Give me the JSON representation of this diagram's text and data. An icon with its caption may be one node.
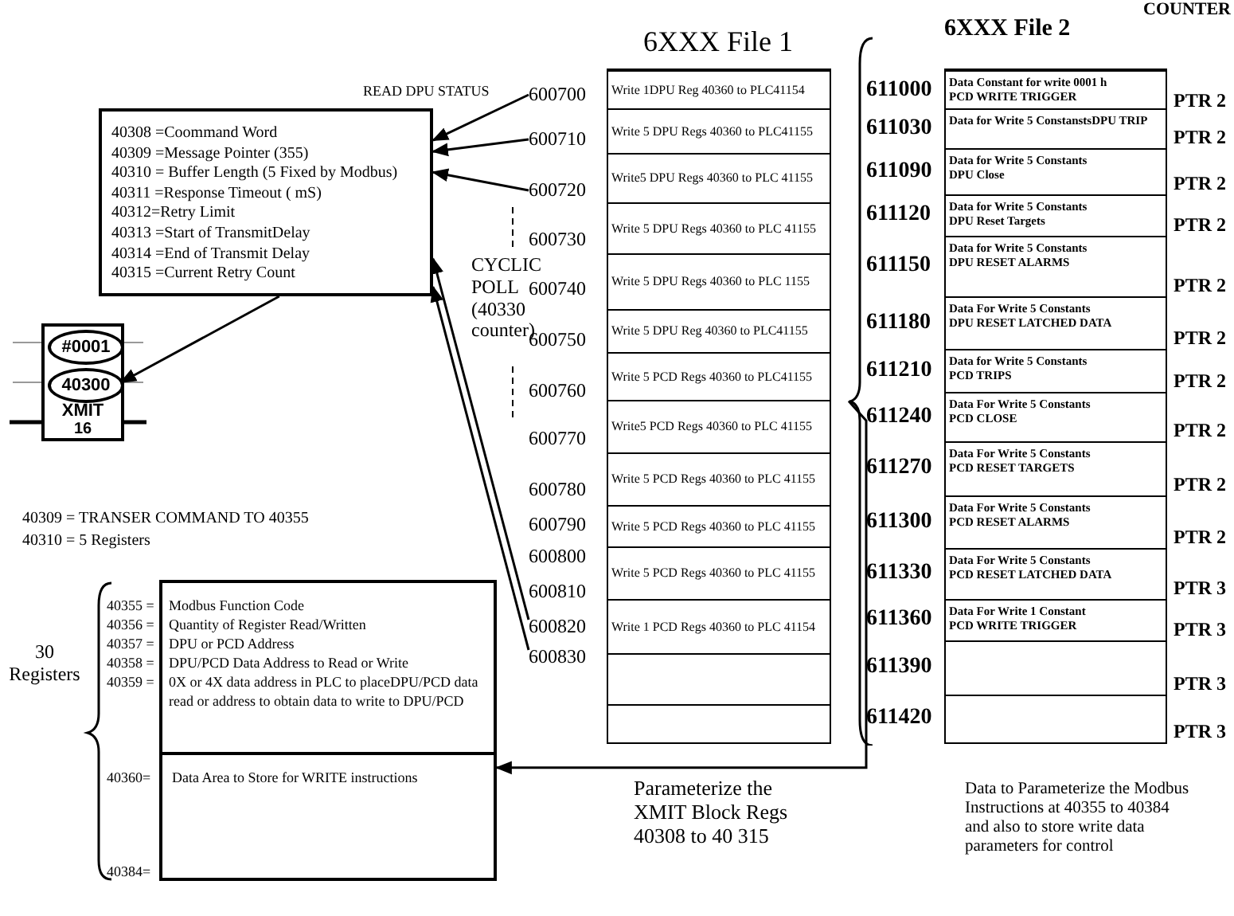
{
  "diagram": {
    "nodes": [
      {
        "text": [
          "40308 =Coommand Word",
          "40309 =Message Pointer (355)",
          "40310 = Buffer Length (5 Fixed by Modbus)",
          "40311 =Response Timeout ( mS)",
          "40312=Retry Limit",
          "40313 =Start of TransmitDelay",
          "40314 =End of Transmit Delay",
          "40315 =Current Retry Count"
        ]
      },
      {
        "text": [
          "XMIT",
          "16"
        ]
      },
      {
        "text": [
          "#0001"
        ],
        "in": 1
      },
      {
        "text": [
          "40300"
        ],
        "in": 1
      },
      {
        "text": [
          "6XXX File 1"
        ]
      },
      {
        "text": [
          "Write 1DPU Reg 40360 to PLC41154"
        ],
        "in": 4
      },
      {
        "text": [
          "Write 5 DPU Regs 40360 to PLC41155"
        ],
        "in": 4
      },
      {
        "text": [
          "Write5 DPU Regs 40360 to PLC 41155"
        ],
        "in": 4
      },
      {
        "text": [
          "Write 5 DPU Regs 40360 to PLC 41155"
        ],
        "in": 4
      },
      {
        "text": [
          "Write 5 DPU Regs 40360 to PLC 1155"
        ],
        "in": 4
      },
      {
        "text": [
          "Write 5 DPU Reg 40360 to PLC41155"
        ],
        "in": 4
      },
      {
        "text": [
          "Write 5 PCD Regs 40360 to PLC41155"
        ],
        "in": 4
      },
      {
        "text": [
          "Write5 PCD Regs 40360 to PLC 41155"
        ],
        "in": 4
      },
      {
        "text": [
          "Write 5 PCD Regs 40360 to PLC 41155"
        ],
        "in": 4
      },
      {
        "text": [
          "Write 5 PCD Regs 40360 to PLC 41155"
        ],
        "in": 4
      },
      {
        "text": [
          "Write 5 PCD Regs 40360 to PLC 41155"
        ],
        "in": 4
      },
      {
        "text": [
          "Write 1 PCD Regs 40360 to PLC 41154"
        ],
        "in": 4
      },
      {
        "text": [],
        "shape": "box",
        "in": 4
      },
      {
        "text": [],
        "shape": "box",
        "in": 4
      },
      {
        "text": [
          "600700"
        ]
      },
      {
        "text": [
          "600710"
        ]
      },
      {
        "text": [
          "600720"
        ]
      },
      {
        "text": [
          "600730"
        ]
      },
      {
        "text": [
          "600740"
        ]
      },
      {
        "text": [
          "600750"
        ]
      },
      {
        "text": [
          "600760"
        ]
      },
      {
        "text": [
          "600770"
        ]
      },
      {
        "text": [
          "600780"
        ]
      },
      {
        "text": [
          "600790"
        ]
      },
      {
        "text": [
          "600800"
        ]
      },
      {
        "text": [
          "600810"
        ]
      },
      {
        "text": [
          "600820"
        ]
      },
      {
        "text": [
          "600830"
        ]
      },
      {
        "text": [
          "6XXX File 2"
        ]
      },
      {
        "text": [
          "Data Constant for write 0001 h",
          "PCD WRITE TRIGGER"
        ],
        "in": 33,
        "beside": [
          "611000",
          "PTR 2"
        ]
      },
      {
        "text": [
          "Data for Write 5 ConstanstsDPU TRIP"
        ],
        "in": 33,
        "beside": [
          "611030",
          "PTR 2"
        ]
      },
      {
        "text": [
          "Data for Write 5 Constants",
          "DPU Close"
        ],
        "in": 33,
        "beside": [
          "611090",
          "PTR 2"
        ]
      },
      {
        "text": [
          "Data for Write 5 Constants",
          "DPU Reset Targets"
        ],
        "in": 33,
        "beside": [
          "611120",
          "PTR 2"
        ]
      },
      {
        "text": [
          "Data for Write 5 Constants",
          "DPU RESET ALARMS"
        ],
        "in": 33,
        "beside": [
          "611150",
          "PTR 2"
        ]
      },
      {
        "text": [
          "Data For Write 5 Constants",
          "DPU RESET LATCHED DATA"
        ],
        "in": 33,
        "beside": [
          "611180",
          "PTR 2"
        ]
      },
      {
        "text": [
          "Data for Write 5 Constants",
          "PCD TRIPS"
        ],
        "in": 33,
        "beside": [
          "611210",
          "PTR 2"
        ]
      },
      {
        "text": [
          "Data For Write 5 Constants",
          "PCD CLOSE"
        ],
        "in": 33,
        "beside": [
          "611240",
          "PTR 2"
        ]
      },
      {
        "text": [
          "Data For Write 5 Constants",
          "PCD RESET TARGETS"
        ],
        "in": 33,
        "beside": [
          "611270",
          "PTR 2"
        ]
      },
      {
        "text": [
          "Data For Write 5 Constants",
          "PCD RESET ALARMS"
        ],
        "in": 33,
        "beside": [
          "611300",
          "PTR 2"
        ]
      },
      {
        "text": [
          "Data For Write 5 Constants",
          "PCD RESET LATCHED DATA"
        ],
        "in": 33,
        "beside": [
          "611330",
          "PTR 3"
        ]
      },
      {
        "text": [
          "Data For Write 1 Constant",
          "PCD WRITE TRIGGER"
        ],
        "in": 33,
        "beside": [
          "611360",
          "PTR 3"
        ]
      },
      {
        "text": [],
        "shape": "box",
        "in": 33,
        "beside": [
          "611390",
          "PTR 3"
        ]
      },
      {
        "text": [],
        "shape": "box",
        "in": 33,
        "beside": [
          "611420",
          "PTR 3"
        ]
      },
      {
        "text": [
          "Modbus Function Code",
          "Quantity of Register Read/Written",
          "DPU or PCD Address",
          "DPU/PCD Data Address to Read or Write",
          "0X or 4X data address in PLC to placeDPU/PCD data read or address to obtain data to write to DPU/PCD"
        ],
        "beside": [
          "40355 =",
          "40356 =",
          "40357 =",
          "40358 =",
          "40359 ="
        ]
      },
      {
        "text": [
          "Data Area to Store for WRITE instructions"
        ],
        "beside": [
          "40360=",
          "40384="
        ]
      }
    ],
    "edges": [
      {
        "from": 19,
        "to": 0,
        "arrow": "to"
      },
      {
        "from": 20,
        "to": 0,
        "arrow": "to"
      },
      {
        "from": 21,
        "to": 0,
        "arrow": "to"
      },
      {
        "from": 31,
        "to": 0,
        "arrow": "to"
      },
      {
        "from": 32,
        "to": 0,
        "arrow": "to"
      },
      {
        "from": 0,
        "to": 3,
        "arrow": "to"
      },
      {
        "from": 33,
        "to": 49,
        "arrow": "to"
      }
    ],
    "labels": [
      "READ DPU STATUS",
      "CYCLIC POLL (40330 counter)",
      "40309 = TRANSER COMMAND TO 40355",
      "40310 = 5 Registers",
      "30 Registers",
      "Parameterize the XMIT Block Regs 40308 to 40 315",
      "Data to Parameterize the Modbus Instructions at 40355 to 40384 and also to store write data parameters for control",
      "COUNTER"
    ]
  }
}
